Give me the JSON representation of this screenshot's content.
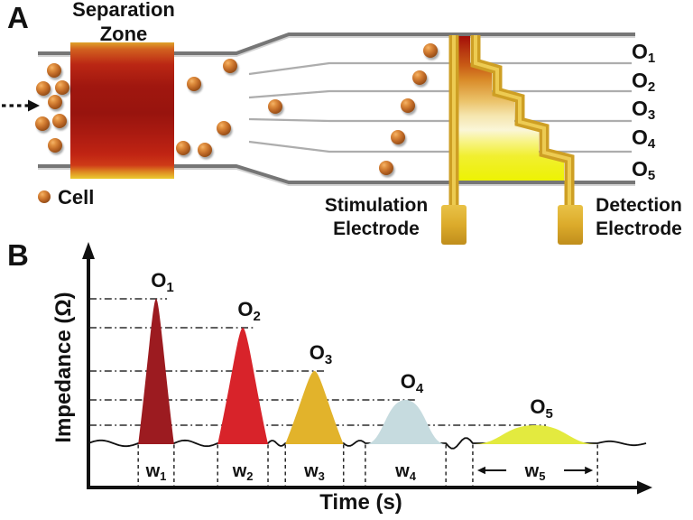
{
  "panel_a": {
    "label": "A",
    "separation_zone": {
      "line1": "Separation",
      "line2": "Zone"
    },
    "cell_legend": "Cell",
    "outlets": [
      {
        "base": "O",
        "sub": "1"
      },
      {
        "base": "O",
        "sub": "2"
      },
      {
        "base": "O",
        "sub": "3"
      },
      {
        "base": "O",
        "sub": "4"
      },
      {
        "base": "O",
        "sub": "5"
      }
    ],
    "stimulation_electrode": {
      "line1": "Stimulation",
      "line2": "Electrode"
    },
    "detection_electrode": {
      "line1": "Detection",
      "line2": "Electrode"
    },
    "colors": {
      "separation_zone_top": "#D2611F",
      "separation_zone_core": "#98140E",
      "separation_zone_bottom": "#EBCB30",
      "electrode_gold": "#CE9F24",
      "cell_orange": "#C9722F",
      "channel_wall": "#777777"
    }
  },
  "panel_b": {
    "label": "B"
  },
  "chart_data": {
    "type": "area",
    "title": "",
    "xlabel": "Time (s)",
    "ylabel": "Impedance (Ω)",
    "xlim": [
      0,
      100
    ],
    "ylim": [
      0,
      115
    ],
    "axes_numeric": false,
    "grid": "horizontal dash-dot reference line at each peak maximum",
    "baseline": "noisy flat baseline with small fluctuations",
    "peaks": [
      {
        "label": {
          "base": "O",
          "sub": "1"
        },
        "width_label": {
          "base": "w",
          "sub": "1"
        },
        "color": "#9C1B20",
        "t_start": 8.9,
        "t_end": 15.3,
        "height": 100,
        "shape": "sharp"
      },
      {
        "label": {
          "base": "O",
          "sub": "2"
        },
        "width_label": {
          "base": "w",
          "sub": "2"
        },
        "color": "#D8232A",
        "t_start": 23.1,
        "t_end": 32.1,
        "height": 80,
        "shape": "sharp"
      },
      {
        "label": {
          "base": "O",
          "sub": "3"
        },
        "width_label": {
          "base": "w",
          "sub": "3"
        },
        "color": "#E2B32B",
        "t_start": 35.2,
        "t_end": 45.6,
        "height": 50,
        "shape": "sharp"
      },
      {
        "label": {
          "base": "O",
          "sub": "4"
        },
        "width_label": {
          "base": "w",
          "sub": "4"
        },
        "color": "#C6DBDF",
        "t_start": 49.5,
        "t_end": 63.9,
        "height": 30,
        "shape": "round"
      },
      {
        "label": {
          "base": "O",
          "sub": "5"
        },
        "width_label": {
          "base": "w",
          "sub": "5"
        },
        "color": "#E3EA3F",
        "t_start": 68.7,
        "t_end": 91.0,
        "height": 12.5,
        "shape": "round",
        "width_arrows": true
      }
    ]
  }
}
